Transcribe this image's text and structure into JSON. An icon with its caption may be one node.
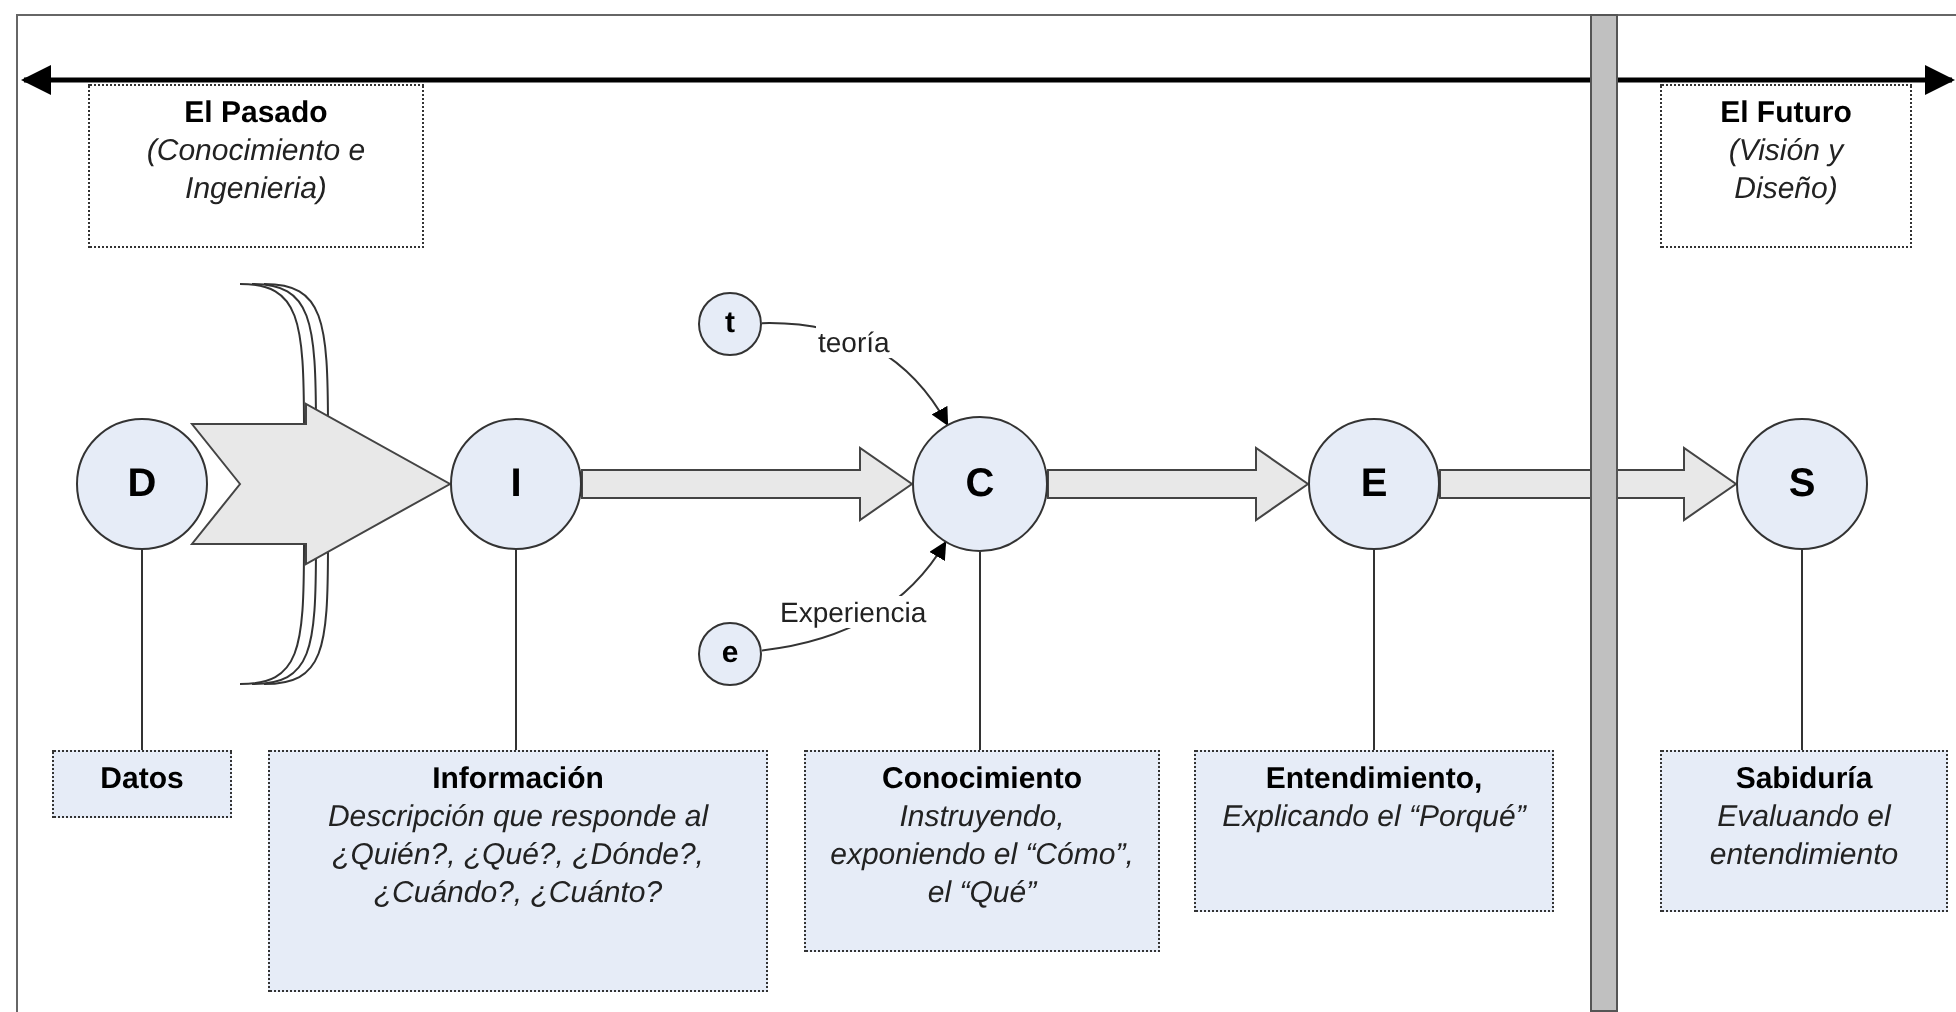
{
  "diagram": {
    "nodes": [
      {
        "text": [
          "El Pasado",
          "(Conocimiento e Ingenieria)"
        ]
      },
      {
        "text": [
          "El Futuro",
          "(Visión y Diseño)"
        ]
      },
      {
        "text": [
          "D"
        ]
      },
      {
        "text": [
          "I"
        ]
      },
      {
        "text": [
          "t"
        ]
      },
      {
        "text": [
          "C"
        ]
      },
      {
        "text": [
          "E"
        ]
      },
      {
        "text": [
          "S"
        ]
      },
      {
        "text": [
          "e"
        ]
      },
      {
        "text": [
          "Datos"
        ]
      },
      {
        "text": [
          "Información",
          "Descripción que responde al ¿Quién?, ¿Qué?, ¿Dónde?, ¿Cuándo?, ¿Cuánto?"
        ]
      },
      {
        "text": [
          "Conocimiento",
          "Instruyendo, exponiendo el “Cómo”, el “Qué”"
        ]
      },
      {
        "text": [
          "Entendimiento,",
          "Explicando el “Porqué”"
        ]
      },
      {
        "text": [
          "Sabiduría",
          "Evaluando el entendimiento"
        ]
      },
      {
        "text": [],
        "shape": "bar"
      }
    ],
    "edges": [
      {
        "from": 2,
        "to": 3,
        "arrow": "to",
        "style": "thick"
      },
      {
        "from": 3,
        "to": 5,
        "arrow": "to",
        "style": "thick"
      },
      {
        "from": 5,
        "to": 6,
        "arrow": "to",
        "style": "thick"
      },
      {
        "from": 6,
        "to": 7,
        "arrow": "to",
        "style": "thick"
      },
      {
        "from": 4,
        "to": 5,
        "arrow": "to",
        "label": "teoría"
      },
      {
        "from": 8,
        "to": 5,
        "arrow": "to",
        "label": "Experiencia"
      },
      {
        "from": 2,
        "to": 9,
        "arrow": "none"
      },
      {
        "from": 3,
        "to": 10,
        "arrow": "none"
      },
      {
        "from": 5,
        "to": 11,
        "arrow": "none"
      },
      {
        "from": 6,
        "to": 12,
        "arrow": "none"
      },
      {
        "from": 7,
        "to": 13,
        "arrow": "none"
      }
    ]
  }
}
